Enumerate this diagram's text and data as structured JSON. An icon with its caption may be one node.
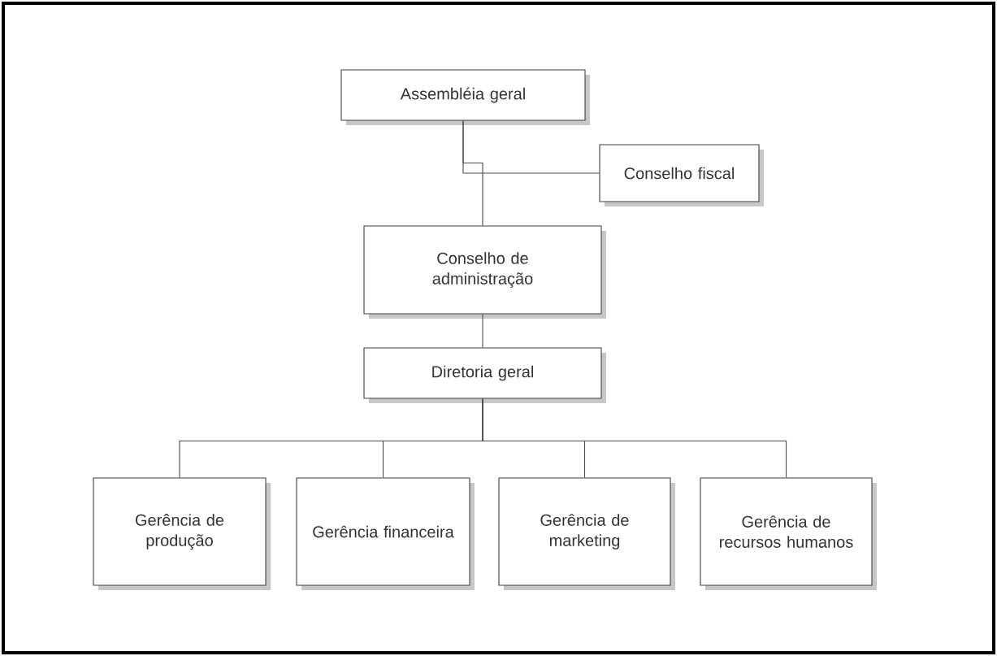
{
  "diagram": {
    "nodes": [
      {
        "text": [
          "Assembléia geral"
        ]
      },
      {
        "text": [
          "Conselho fiscal"
        ]
      },
      {
        "text": [
          "Conselho de administração"
        ]
      },
      {
        "text": [
          "Diretoria geral"
        ]
      },
      {
        "text": [
          "Gerência de produção"
        ]
      },
      {
        "text": [
          "Gerência financeira"
        ]
      },
      {
        "text": [
          "Gerência de marketing"
        ]
      },
      {
        "text": [
          "Gerência de recursos humanos"
        ]
      }
    ],
    "edges": [
      {
        "from": 0,
        "to": 2,
        "arrow": "none"
      },
      {
        "from": 0,
        "to": 1,
        "arrow": "none"
      },
      {
        "from": 2,
        "to": 3,
        "arrow": "none"
      },
      {
        "from": 3,
        "to": 4,
        "arrow": "none"
      },
      {
        "from": 3,
        "to": 5,
        "arrow": "none"
      },
      {
        "from": 3,
        "to": 6,
        "arrow": "none"
      },
      {
        "from": 3,
        "to": 7,
        "arrow": "none"
      }
    ]
  }
}
